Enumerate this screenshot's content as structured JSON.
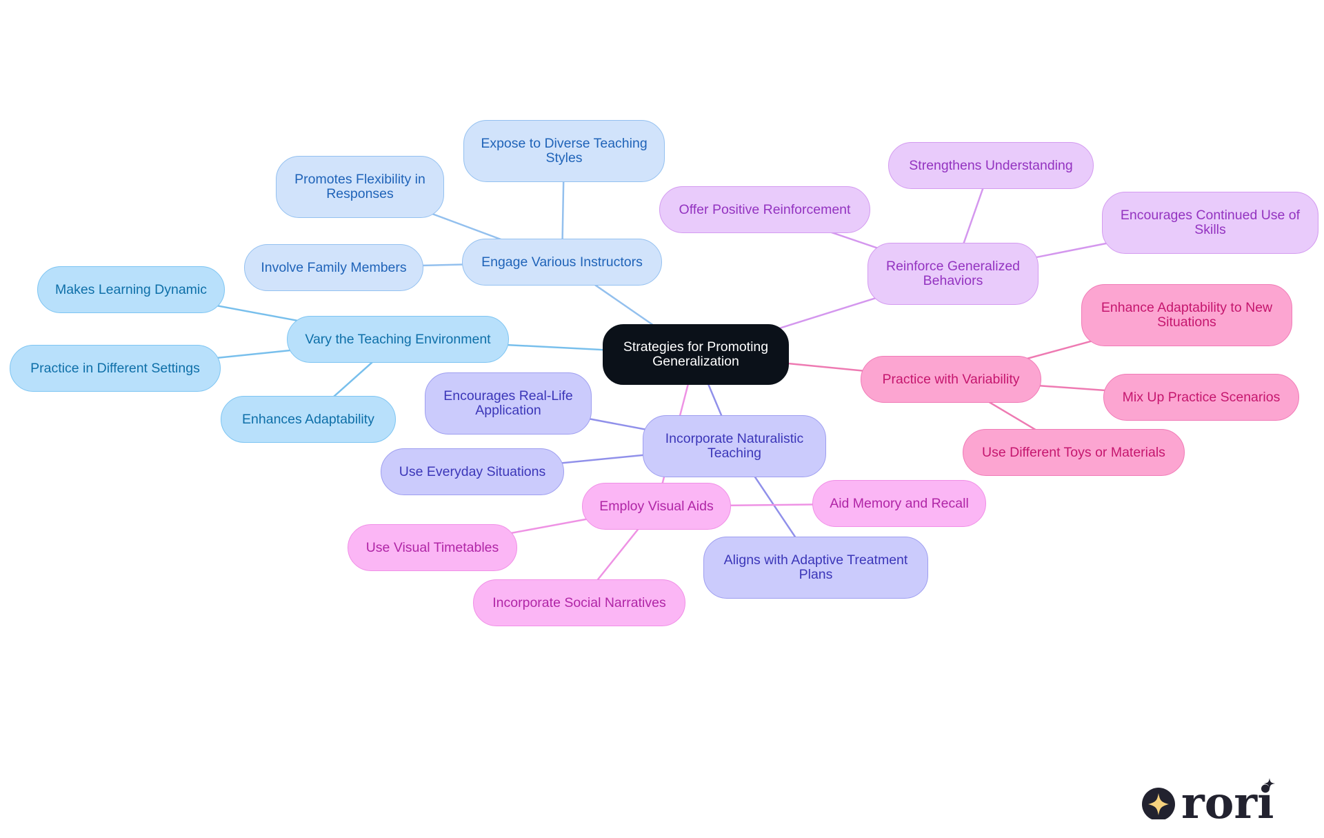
{
  "mindmap": {
    "root": {
      "label": "Strategies for Promoting Generalization"
    },
    "branches": [
      {
        "id": "engage",
        "label": "Engage Various Instructors",
        "colors": {
          "fill": "#d1e3fb",
          "border": "#93c0f0",
          "text": "#1f63b8",
          "edge": "#93c0ee"
        },
        "children": [
          {
            "id": "expose",
            "label": "Expose to Diverse Teaching Styles"
          },
          {
            "id": "flex",
            "label": "Promotes Flexibility in Responses"
          },
          {
            "id": "family",
            "label": "Involve Family Members"
          }
        ]
      },
      {
        "id": "vary",
        "label": "Vary the Teaching Environment",
        "colors": {
          "fill": "#b8e0fb",
          "border": "#7cc4f2",
          "text": "#0e6fa8",
          "edge": "#78bfec"
        },
        "children": [
          {
            "id": "dynamic",
            "label": "Makes Learning Dynamic"
          },
          {
            "id": "settings",
            "label": "Practice in Different Settings"
          },
          {
            "id": "adapt",
            "label": "Enhances Adaptability"
          }
        ]
      },
      {
        "id": "natural",
        "label": "Incorporate Naturalistic Teaching",
        "colors": {
          "fill": "#cbcbfc",
          "border": "#9d9df0",
          "text": "#3b36b8",
          "edge": "#9090ea"
        },
        "children": [
          {
            "id": "reallife",
            "label": "Encourages Real-Life Application"
          },
          {
            "id": "everyday",
            "label": "Use Everyday Situations"
          },
          {
            "id": "aligns",
            "label": "Aligns with Adaptive Treatment Plans"
          }
        ]
      },
      {
        "id": "visual",
        "label": "Employ Visual Aids",
        "colors": {
          "fill": "#fbb6f5",
          "border": "#f08ee6",
          "text": "#b025a6",
          "edge": "#ee92e4"
        },
        "children": [
          {
            "id": "memory",
            "label": "Aid Memory and Recall"
          },
          {
            "id": "timetables",
            "label": "Use Visual Timetables"
          },
          {
            "id": "narratives",
            "label": "Incorporate Social Narratives"
          }
        ]
      },
      {
        "id": "reinforce",
        "label": "Reinforce Generalized Behaviors",
        "colors": {
          "fill": "#e9cbfb",
          "border": "#d39af0",
          "text": "#9333c0",
          "edge": "#d497ee"
        },
        "children": [
          {
            "id": "positive",
            "label": "Offer Positive Reinforcement"
          },
          {
            "id": "strengthens",
            "label": "Strengthens Understanding"
          },
          {
            "id": "continued",
            "label": "Encourages Continued Use of Skills"
          }
        ]
      },
      {
        "id": "variability",
        "label": "Practice with Variability",
        "colors": {
          "fill": "#fca5d1",
          "border": "#f07ab6",
          "text": "#c5166e",
          "edge": "#ee7ab2"
        },
        "children": [
          {
            "id": "enhance",
            "label": "Enhance Adaptability to New Situations"
          },
          {
            "id": "mixup",
            "label": "Mix Up Practice Scenarios"
          },
          {
            "id": "toys",
            "label": "Use Different Toys or Materials"
          }
        ]
      }
    ]
  },
  "root_colors": {
    "fill": "#0b1119",
    "text": "#ffffff"
  },
  "logo": {
    "text": "rori",
    "color": "#22222f",
    "star_color": "#f6d27e"
  }
}
